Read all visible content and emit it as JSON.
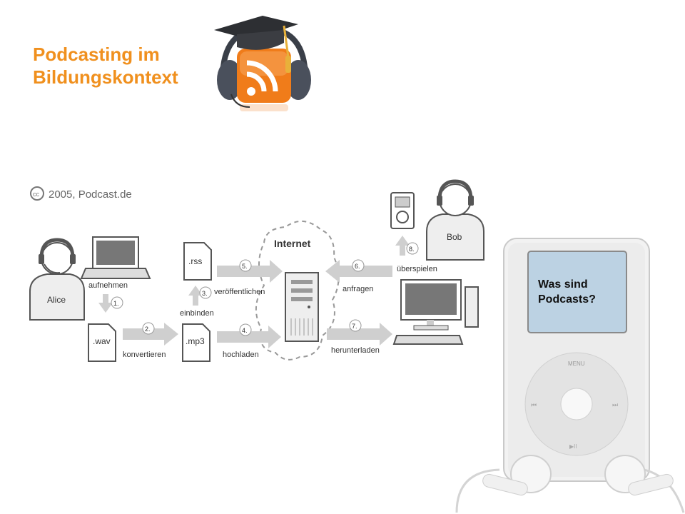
{
  "header": {
    "title_line1": "Podcasting im",
    "title_line2": "Bildungskontext"
  },
  "diagram": {
    "copyright": "2005, Podcast.de",
    "cc_mark": "cc",
    "internet_label": "Internet",
    "alice": "Alice",
    "bob": "Bob",
    "files": {
      "wav": ".wav",
      "mp3": ".mp3",
      "rss": ".rss"
    },
    "steps": {
      "s1": "1.",
      "s2": "2.",
      "s3": "3.",
      "s4": "4.",
      "s5": "5.",
      "s6": "6.",
      "s7": "7.",
      "s8": "8."
    },
    "labels": {
      "aufnehmen": "aufnehmen",
      "konvertieren": "konvertieren",
      "einbinden": "einbinden",
      "veroeffentlichen": "veröffentlichen",
      "hochladen": "hochladen",
      "anfragen": "anfragen",
      "herunterladen": "herunterladen",
      "ueberspielen": "überspielen"
    }
  },
  "ipod": {
    "screen_text_line1": "Was sind",
    "screen_text_line2": "Podcasts?",
    "menu_label": "MENU",
    "prev_icon": "⏮",
    "next_icon": "⏭",
    "play_pause_icon": "▶II"
  },
  "colors": {
    "title_orange": "#f0901e",
    "ipod_screen": "#bcd2e3",
    "arrow_gray": "#cfcfcf"
  }
}
